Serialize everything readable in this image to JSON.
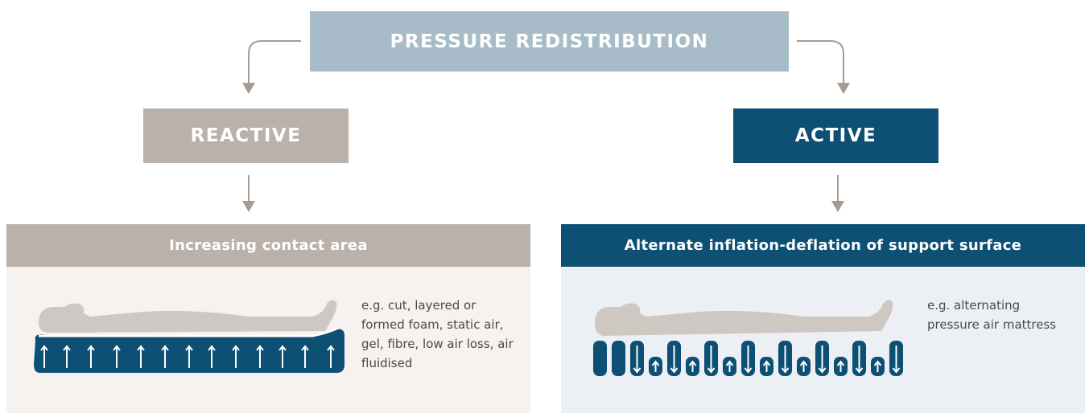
{
  "top": {
    "label": "PRESSURE REDISTRIBUTION"
  },
  "reactive": {
    "label": "REACTIVE",
    "header": "Increasing contact area",
    "example": "e.g. cut, layered or formed foam, static air, gel, fibre, low air loss, air fluidised",
    "illustration_icon": "body-on-foam-mattress"
  },
  "active": {
    "label": "ACTIVE",
    "header": "Alternate inflation-deflation of support surface",
    "example": "e.g. alternating pressure air mattress",
    "illustration_icon": "body-on-alternating-air-mattress"
  },
  "colors": {
    "top_box": "#a7bcc8",
    "reactive": "#bbb1ab",
    "active": "#0d5074",
    "arrow": "#a69b92",
    "body": "#cec8c2",
    "left_panel_bg": "#f5f2f0",
    "right_panel_bg": "#ecf0f4"
  }
}
